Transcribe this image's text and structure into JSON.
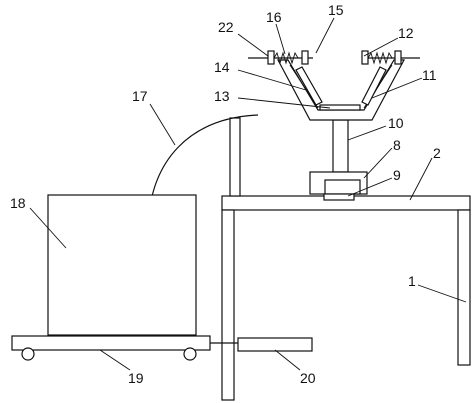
{
  "labels": {
    "l1": "1",
    "l2": "2",
    "l8": "8",
    "l9": "9",
    "l10": "10",
    "l11": "11",
    "l12": "12",
    "l13": "13",
    "l14": "14",
    "l15": "15",
    "l16": "16",
    "l17": "17",
    "l18": "18",
    "l19": "19",
    "l20": "20",
    "l22": "22"
  },
  "colors": {
    "line": "#111111",
    "background": "#ffffff"
  }
}
